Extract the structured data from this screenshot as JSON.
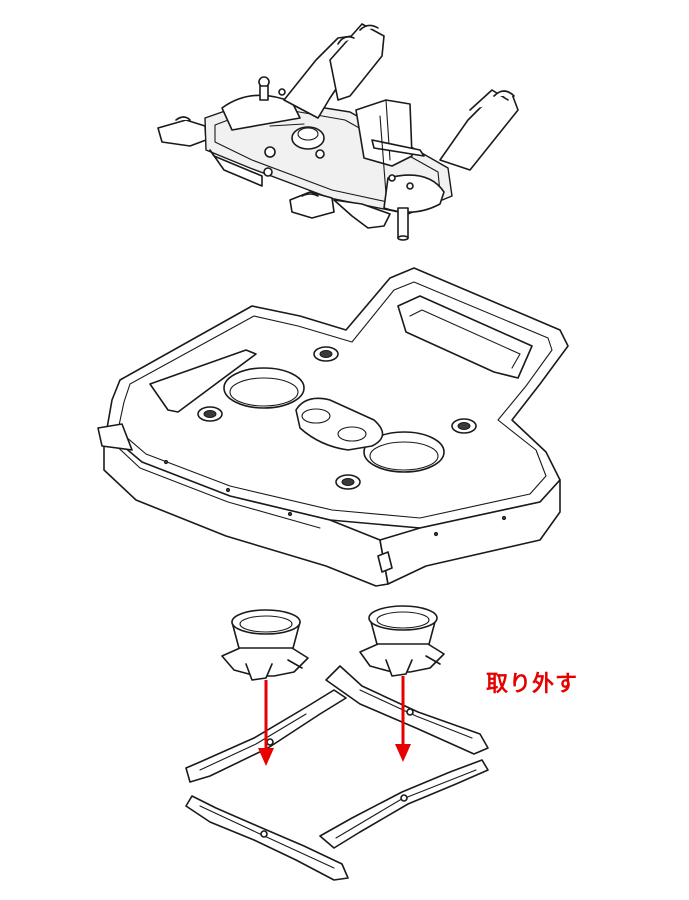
{
  "callout": {
    "text": "取り外す",
    "color": "#e60000"
  },
  "colors": {
    "line": "#1a1a1a",
    "background": "#ffffff",
    "arrow": "#e60000"
  },
  "parts": [
    {
      "name": "transmission-frame-assembly"
    },
    {
      "name": "mower-deck"
    },
    {
      "name": "blade-spindle-left"
    },
    {
      "name": "blade-spindle-right"
    },
    {
      "name": "mower-blades"
    }
  ],
  "arrows": [
    {
      "name": "removal-arrow-left"
    },
    {
      "name": "removal-arrow-right"
    }
  ]
}
